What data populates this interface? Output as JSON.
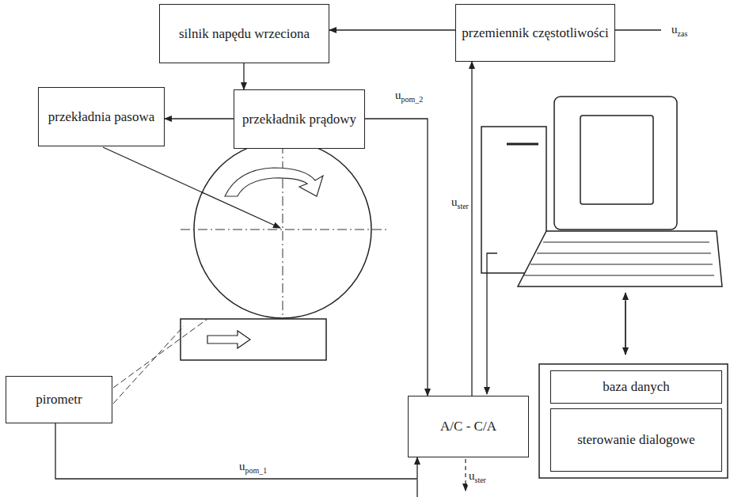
{
  "diagram": {
    "nodes": [
      {
        "text": [
          "silnik napędu wrzeciona"
        ]
      },
      {
        "text": [
          "przemiennik częstotliwości"
        ]
      },
      {
        "text": [
          "przekładnia pasowa"
        ]
      },
      {
        "text": [
          "przekładnik prądowy"
        ]
      },
      {
        "text": [
          "pirometr"
        ]
      },
      {
        "text": [
          "A/C - C/A"
        ]
      },
      {
        "text": [
          "baza danych"
        ]
      },
      {
        "text": [
          "sterowanie dialogowe"
        ]
      }
    ],
    "edges": [
      {
        "from": 1,
        "to": 0,
        "arrow": "to"
      },
      {
        "from": 0,
        "to": 3,
        "arrow": "to"
      },
      {
        "from": 3,
        "to": 2,
        "arrow": "to"
      },
      {
        "from": 3,
        "to": 5,
        "label": "upom_2",
        "arrow": "to"
      },
      {
        "from": 5,
        "to": 1,
        "label": "uster",
        "arrow": "to"
      },
      {
        "from": 4,
        "to": 5,
        "label": "upom_1",
        "arrow": "to"
      }
    ],
    "labels": [
      "uzas",
      "uster"
    ]
  }
}
